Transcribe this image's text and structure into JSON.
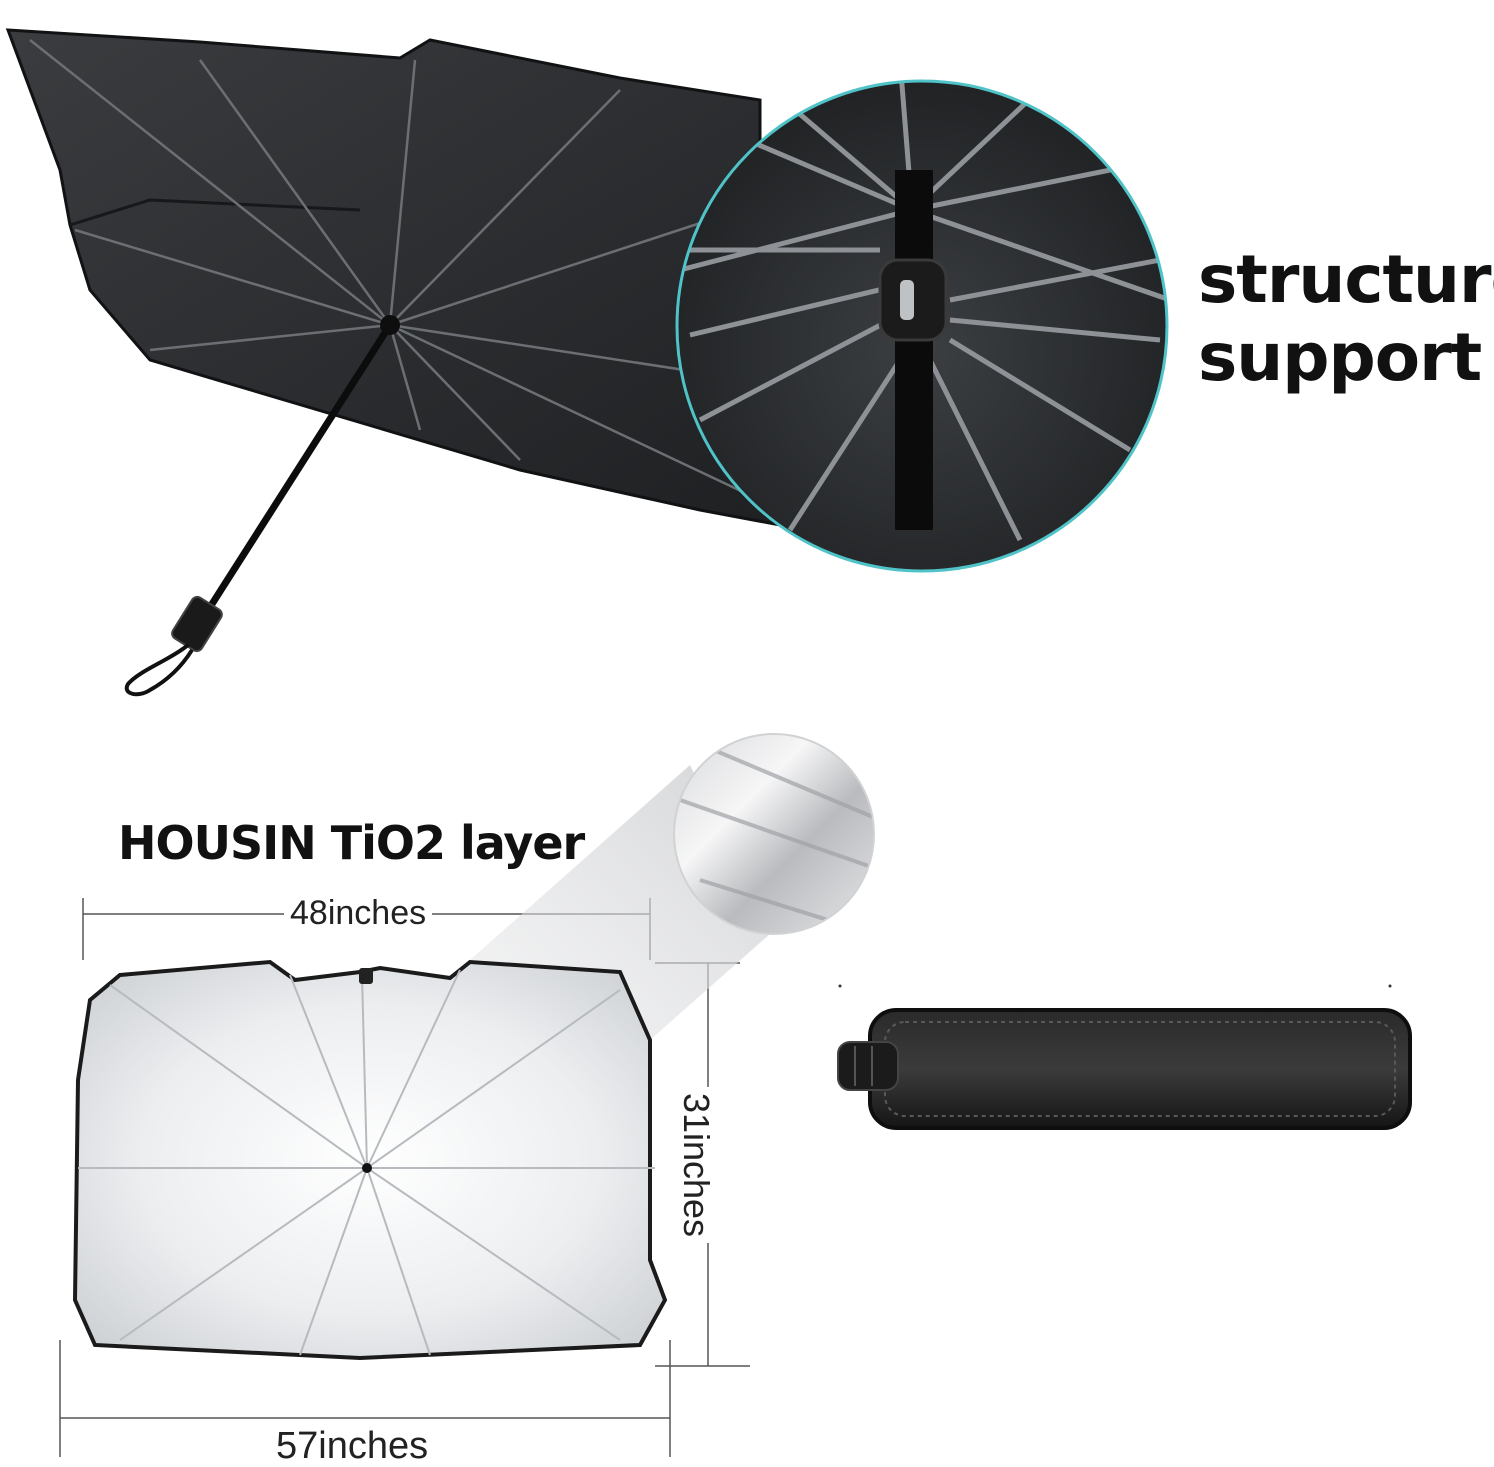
{
  "callout": {
    "line1": "structure",
    "line2": "support"
  },
  "layer_title": "HOUSIN TiO2 layer",
  "dimensions": {
    "top_width": "48inches",
    "bottom_width": "57inches",
    "height": "31inches"
  },
  "colors": {
    "canopy_dark": "#2a2c2e",
    "canopy_edge": "#111213",
    "reflective_silver": "#e9eaec",
    "zoom_ring": "#4fc3c8",
    "text": "#111111"
  }
}
